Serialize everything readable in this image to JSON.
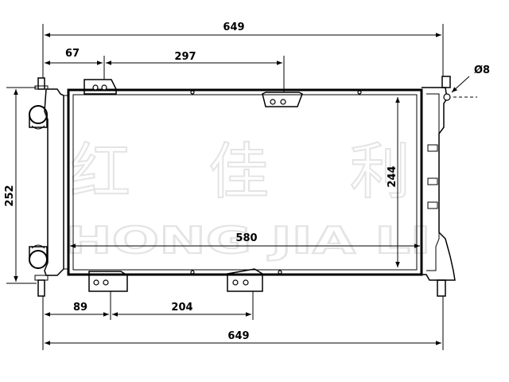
{
  "watermark": {
    "chinese": [
      "红",
      "佳",
      "利"
    ],
    "latin": "HONG JIA LI"
  },
  "dimensions": {
    "overall_width_top": "649",
    "left_offset_top": "67",
    "bracket_spacing_top": "297",
    "core_height": "244",
    "overall_height": "252",
    "core_width": "580",
    "left_offset_bottom": "89",
    "bracket_spacing_bottom": "204",
    "overall_width_bottom": "649",
    "hole_diameter": "Ø8"
  },
  "colors": {
    "line": "#000000",
    "watermark": "#e4e4e4",
    "background": "#ffffff"
  }
}
